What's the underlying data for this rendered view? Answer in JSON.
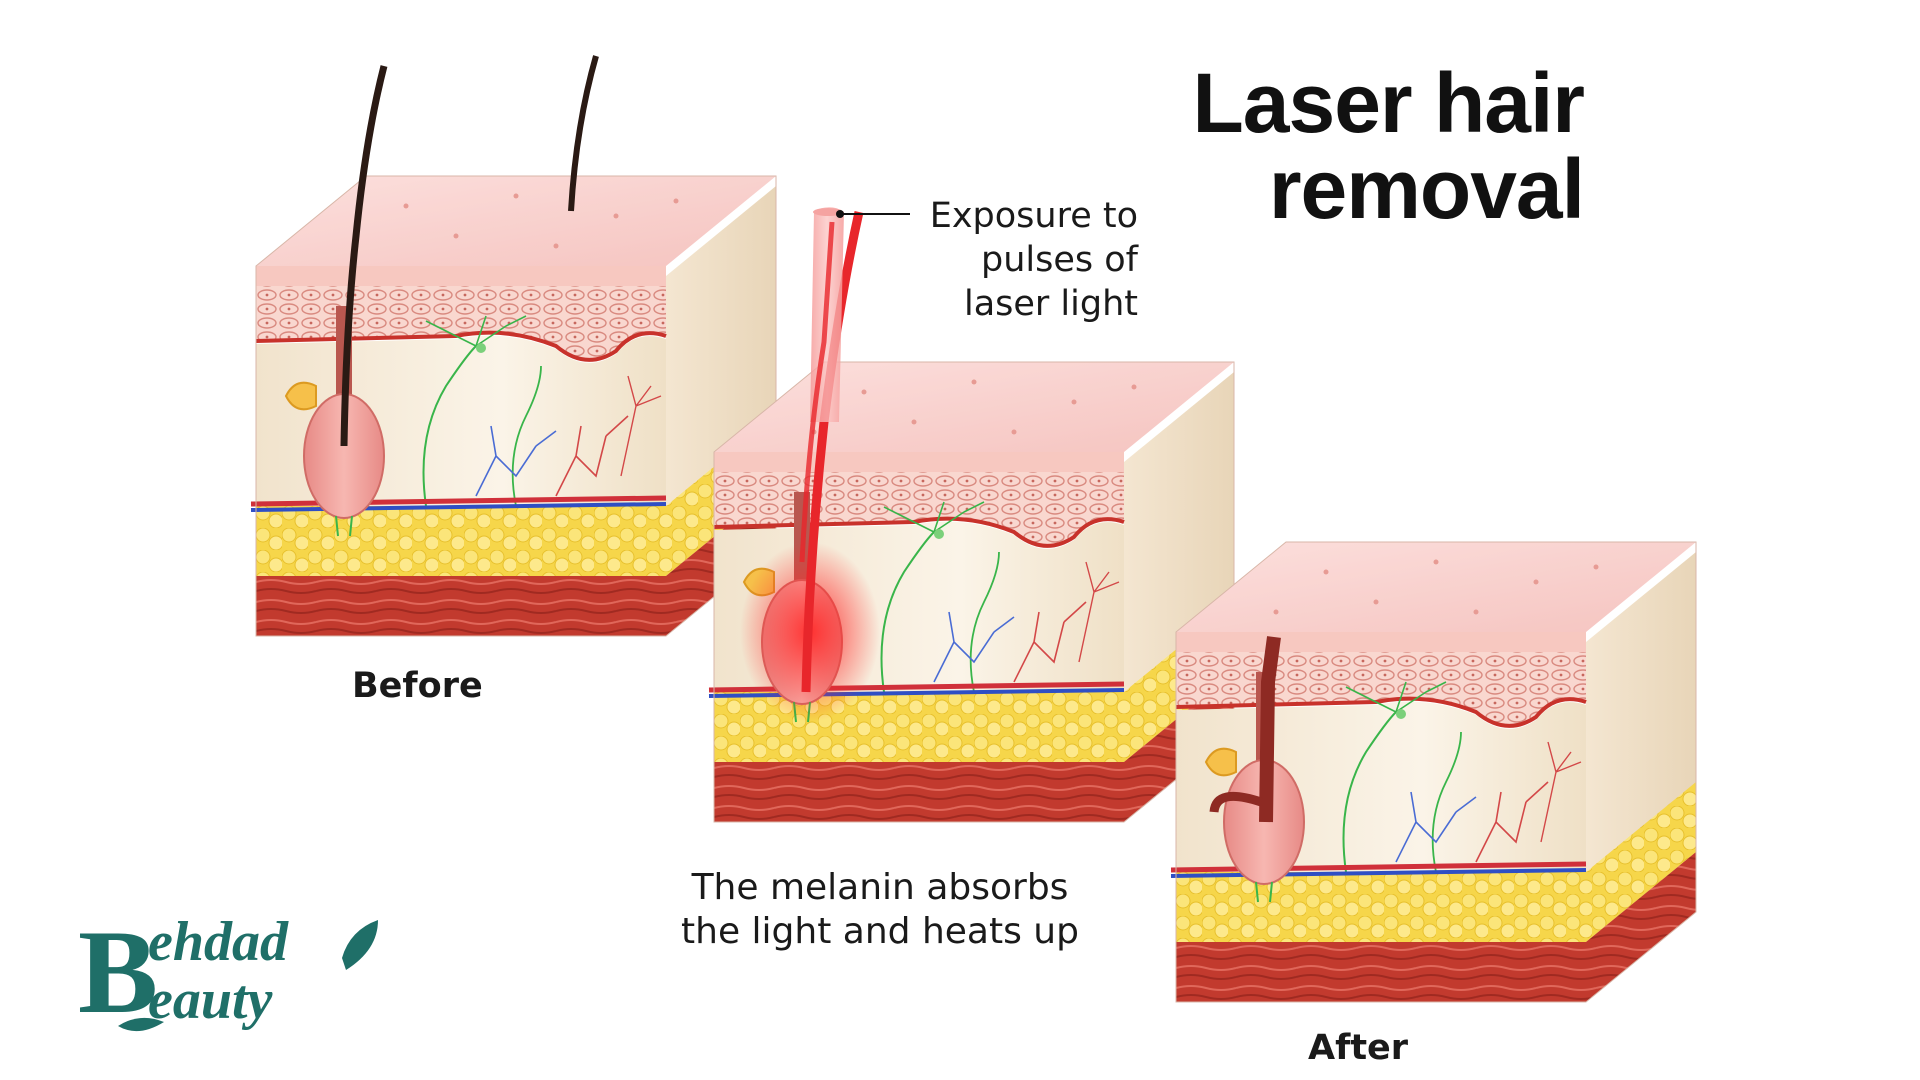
{
  "title": {
    "line1": "Laser hair",
    "line2": "removal"
  },
  "stages": [
    {
      "label": "Before"
    },
    {
      "label": ""
    },
    {
      "label": "After"
    }
  ],
  "callout": {
    "line1": "Exposure to",
    "line2": "pulses of",
    "line3": "laser light"
  },
  "caption": {
    "line1": "The melanin absorbs",
    "line2": "the light and heats up"
  },
  "logo": {
    "line1": "ehdad",
    "line2": "eauty",
    "initial": "B"
  },
  "colors": {
    "brand": "#1f6f68",
    "laser": "#e8262b",
    "skin_top": "#f7c8c4",
    "dermis": "#f6ead7",
    "fat": "#f7dc55",
    "muscle": "#c0392b",
    "nerve": "#39b54a"
  }
}
